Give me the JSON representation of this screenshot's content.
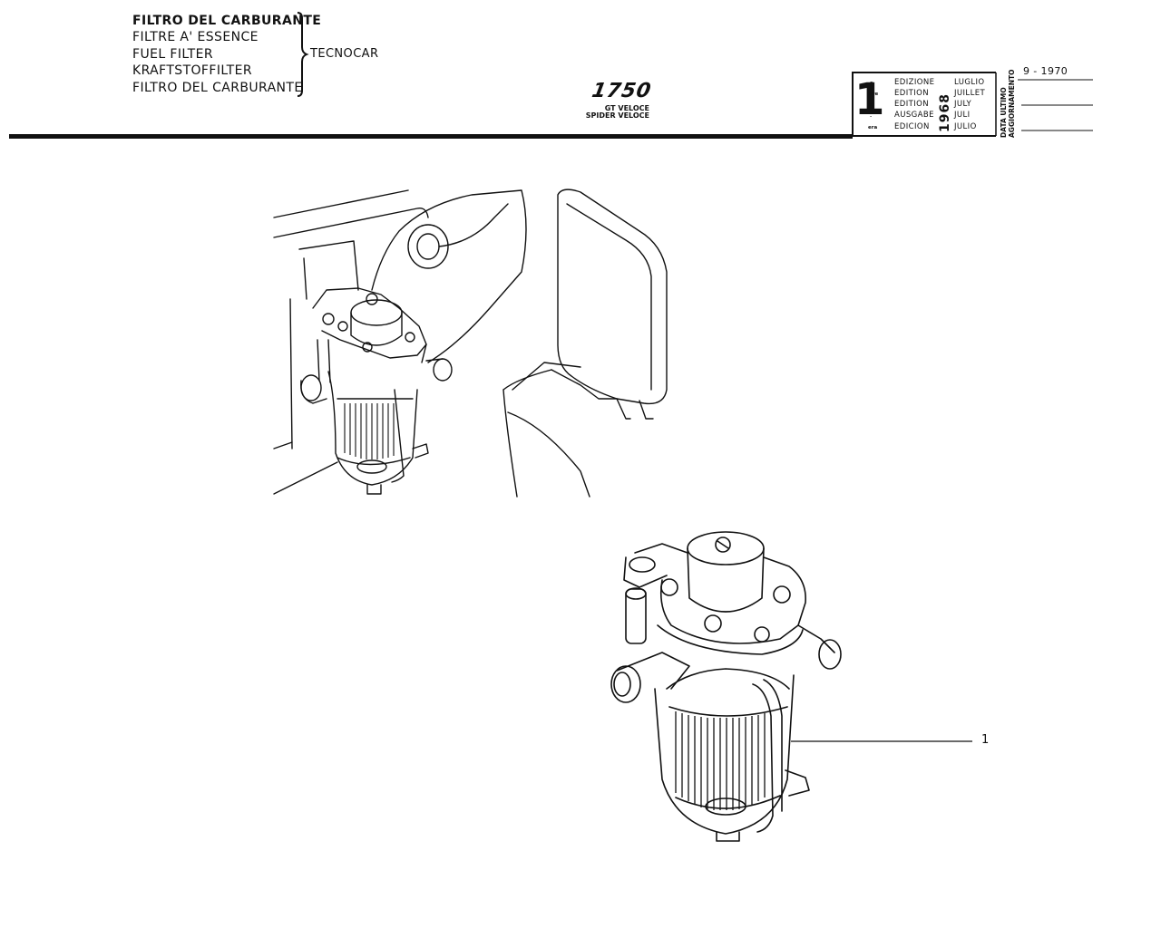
{
  "header": {
    "titles": [
      "FILTRO DEL CARBURANTE",
      "FILTRE A' ESSENCE",
      "FUEL FILTER",
      "KRAFTSTOFFILTER",
      "FILTRO DEL CARBURANTE"
    ],
    "brand": "TECNOCAR",
    "model": "1750",
    "variants": [
      "GT VELOCE",
      "SPIDER VELOCE"
    ]
  },
  "edition_box": {
    "number": "1",
    "suffixes": [
      "a",
      "ère",
      "st",
      ".",
      "era"
    ],
    "labels": [
      "EDIZIONE",
      "EDITION",
      "EDITION",
      "AUSGABE",
      "EDICION"
    ],
    "year": "1968",
    "months": [
      "LUGLIO",
      "JUILLET",
      "JULY",
      "JULI",
      "JULIO"
    ],
    "update_label_lines": [
      "DATA ULTIMO",
      "AGGIORNAMENTO"
    ],
    "update_value": "9 - 1970"
  },
  "callouts": [
    {
      "label": "1"
    }
  ]
}
